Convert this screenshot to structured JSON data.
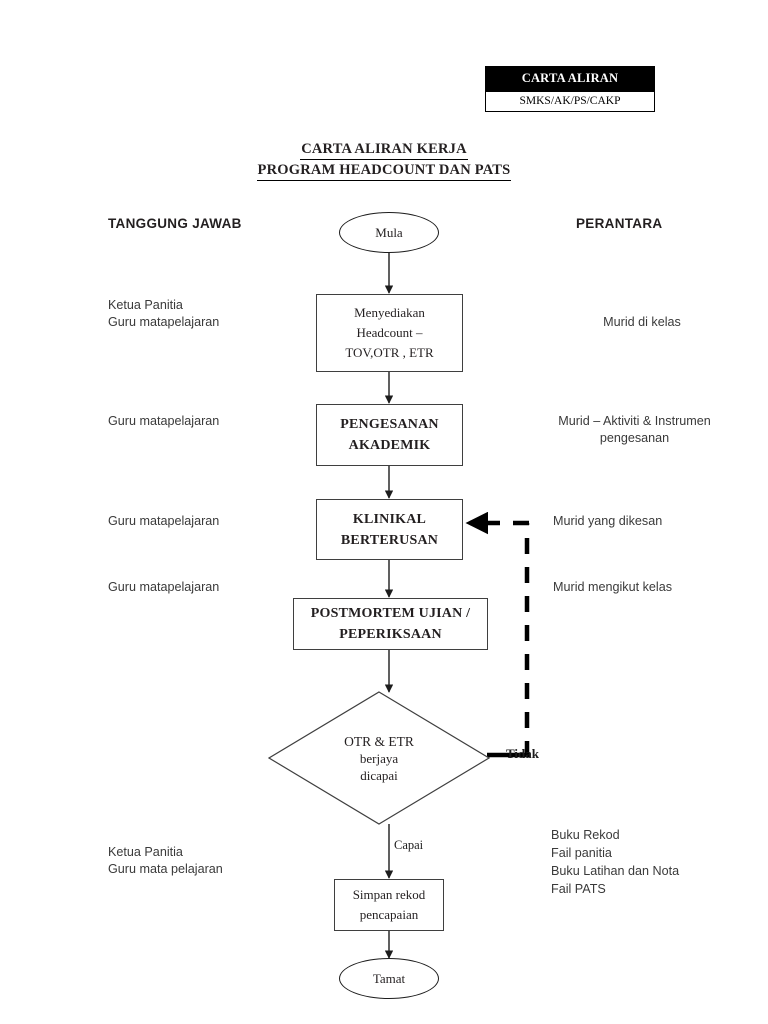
{
  "document": {
    "code_box": {
      "title": "CARTA ALIRAN",
      "code": "SMKS/AK/PS/CAKP"
    },
    "title_line1": "CARTA ALIRAN KERJA",
    "title_line2": "PROGRAM HEADCOUNT DAN PATS"
  },
  "columns": {
    "left_heading": "TANGGUNG JAWAB",
    "right_heading": "PERANTARA"
  },
  "flow": {
    "start": {
      "label": "Mula"
    },
    "step1": {
      "label": "Menyediakan\nHeadcount –\nTOV,OTR , ETR",
      "responsibility": "Ketua Panitia\nGuru matapelajaran",
      "medium": "Murid di kelas"
    },
    "step2": {
      "label": "PENGESANAN\nAKADEMIK",
      "responsibility": "Guru matapelajaran",
      "medium": "Murid – Aktiviti & Instrumen\npengesanan"
    },
    "step3": {
      "label": "KLINIKAL\nBERTERUSAN",
      "responsibility": "Guru matapelajaran",
      "medium": "Murid yang dikesan"
    },
    "step4": {
      "label": "POSTMORTEM UJIAN /\nPEPERIKSAAN",
      "responsibility": "Guru matapelajaran",
      "medium": "Murid mengikut kelas"
    },
    "decision": {
      "line1": "OTR & ETR",
      "line2": "berjaya",
      "line3": "dicapai",
      "branch_no": "Tidak",
      "branch_yes": "Capai"
    },
    "step5": {
      "label": "Simpan rekod\npencapaian",
      "responsibility": "Ketua Panitia\nGuru mata pelajaran",
      "medium": "Buku Rekod\nFail panitia\nBuku Latihan dan Nota\nFail PATS"
    },
    "end": {
      "label": "Tamat"
    }
  },
  "style": {
    "line_color": "#1d1d1d",
    "box_border": "#3f3f3f",
    "text_color": "#231f20",
    "header_bg": "#000000",
    "page_bg": "#ffffff"
  }
}
